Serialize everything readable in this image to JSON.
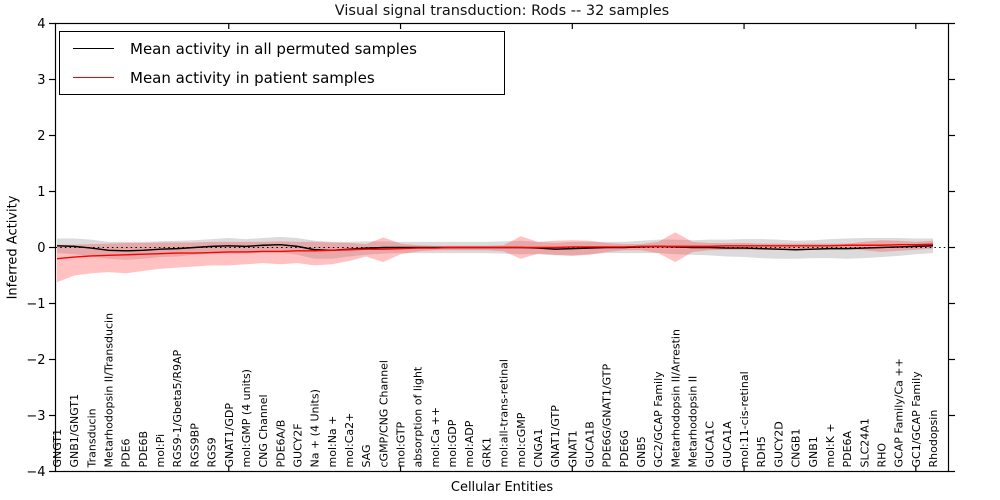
{
  "title": "Visual signal transduction: Rods -- 32 samples",
  "legend": {
    "items": [
      {
        "label": "Mean activity in all permuted samples",
        "color": "#000000"
      },
      {
        "label": "Mean activity in patient samples",
        "color": "#ff0000"
      }
    ]
  },
  "chart_data": {
    "type": "line",
    "title": "Visual signal transduction: Rods -- 32 samples",
    "xlabel": "Cellular Entities",
    "ylabel": "Inferred Activity",
    "ylim": [
      -4,
      4
    ],
    "grid": false,
    "legend_position": "upper left",
    "zero_line_style": "dotted",
    "yticks": [
      {
        "label": "4",
        "value": 4
      },
      {
        "label": "3",
        "value": 3
      },
      {
        "label": "2",
        "value": 2
      },
      {
        "label": "1",
        "value": 1
      },
      {
        "label": "0",
        "value": 0
      },
      {
        "label": "−1",
        "value": -1
      },
      {
        "label": "−2",
        "value": -2
      },
      {
        "label": "−3",
        "value": -3
      },
      {
        "label": "−4",
        "value": -4
      }
    ],
    "x_major_tick_indices": [
      10,
      20,
      30,
      40,
      50
    ],
    "categories": [
      "GNGT1",
      "GNB1/GNGT1",
      "Transducin",
      "Metarhodopsin II/Transducin",
      "PDE6",
      "PDE6B",
      "mol:Pi",
      "RGS9-1/Gbeta5/R9AP",
      "RGS9BP",
      "RGS9",
      "GNAT1/GDP",
      "mol:GMP (4 units)",
      "CNG Channel",
      "PDE6A/B",
      "GUCY2F",
      "Na + (4 Units)",
      "mol:Na +",
      "mol:Ca2+",
      "SAG",
      "cGMP/CNG Channel",
      "mol:GTP",
      "absorption of light",
      "mol:Ca ++",
      "mol:GDP",
      "mol:ADP",
      "GRK1",
      "mol:all-trans-retinal",
      "mol:cGMP",
      "CNGA1",
      "GNAT1/GTP",
      "GNAT1",
      "GUCA1B",
      "PDE6G/GNAT1/GTP",
      "PDE6G",
      "GNB5",
      "GC2/GCAP Family",
      "Metarhodopsin II/Arrestin",
      "Metarhodopsin II",
      "GUCA1C",
      "GUCA1A",
      "mol:11-cis-retinal",
      "RDH5",
      "GUCY2D",
      "CNGB1",
      "GNB1",
      "mol:K +",
      "PDE6A",
      "SLC24A1",
      "RHO",
      "GCAP Family/Ca ++",
      "GC1/GCAP Family",
      "Rhodopsin"
    ],
    "series": [
      {
        "name": "Mean activity in all permuted samples",
        "color": "#000000",
        "band_color": "#999999",
        "band_opacity": 0.35,
        "values": [
          0.03,
          0.02,
          -0.01,
          -0.05,
          -0.06,
          -0.05,
          -0.03,
          -0.02,
          0.0,
          0.02,
          0.03,
          0.02,
          0.04,
          0.05,
          0.02,
          -0.04,
          -0.05,
          -0.03,
          -0.01,
          0.0,
          0.0,
          0.0,
          0.0,
          0.0,
          0.0,
          0.0,
          0.0,
          0.0,
          -0.01,
          -0.03,
          -0.02,
          -0.01,
          0.0,
          0.0,
          0.01,
          0.02,
          0.01,
          0.0,
          0.0,
          -0.01,
          -0.01,
          -0.02,
          -0.03,
          -0.04,
          -0.03,
          -0.02,
          -0.02,
          -0.01,
          0.0,
          0.01,
          0.02,
          0.03
        ],
        "band_upper": [
          0.16,
          0.16,
          0.14,
          0.1,
          0.1,
          0.1,
          0.11,
          0.12,
          0.13,
          0.15,
          0.17,
          0.15,
          0.17,
          0.19,
          0.17,
          0.12,
          0.1,
          0.1,
          0.11,
          0.11,
          0.1,
          0.1,
          0.1,
          0.1,
          0.1,
          0.1,
          0.11,
          0.12,
          0.1,
          0.08,
          0.1,
          0.1,
          0.1,
          0.1,
          0.12,
          0.14,
          0.14,
          0.13,
          0.14,
          0.14,
          0.15,
          0.15,
          0.14,
          0.12,
          0.13,
          0.15,
          0.16,
          0.17,
          0.17,
          0.17,
          0.16,
          0.16
        ],
        "band_lower": [
          -0.1,
          -0.12,
          -0.16,
          -0.2,
          -0.22,
          -0.2,
          -0.17,
          -0.16,
          -0.13,
          -0.11,
          -0.11,
          -0.11,
          -0.09,
          -0.09,
          -0.13,
          -0.2,
          -0.2,
          -0.16,
          -0.13,
          -0.11,
          -0.1,
          -0.1,
          -0.1,
          -0.1,
          -0.1,
          -0.1,
          -0.11,
          -0.12,
          -0.12,
          -0.14,
          -0.14,
          -0.12,
          -0.1,
          -0.1,
          -0.1,
          -0.1,
          -0.12,
          -0.13,
          -0.14,
          -0.16,
          -0.17,
          -0.19,
          -0.2,
          -0.2,
          -0.19,
          -0.19,
          -0.2,
          -0.19,
          -0.17,
          -0.15,
          -0.12,
          -0.1
        ]
      },
      {
        "name": "Mean activity in patient samples",
        "color": "#ff0000",
        "band_color": "#ff3333",
        "band_opacity": 0.3,
        "values": [
          -0.2,
          -0.17,
          -0.15,
          -0.14,
          -0.13,
          -0.12,
          -0.11,
          -0.1,
          -0.1,
          -0.09,
          -0.08,
          -0.08,
          -0.07,
          -0.07,
          -0.06,
          -0.06,
          -0.05,
          -0.04,
          -0.03,
          -0.03,
          -0.02,
          -0.01,
          -0.01,
          0.0,
          0.0,
          0.0,
          0.0,
          0.0,
          0.0,
          0.0,
          0.01,
          0.01,
          0.01,
          0.01,
          0.02,
          0.02,
          0.02,
          0.02,
          0.02,
          0.03,
          0.03,
          0.03,
          0.03,
          0.03,
          0.03,
          0.03,
          0.04,
          0.04,
          0.04,
          0.05,
          0.05,
          0.06
        ],
        "band_upper": [
          0.05,
          0.05,
          0.06,
          0.07,
          0.08,
          0.08,
          0.09,
          0.09,
          0.09,
          0.1,
          0.1,
          0.1,
          0.1,
          0.11,
          0.1,
          0.1,
          0.09,
          0.08,
          0.06,
          0.18,
          0.07,
          0.04,
          0.03,
          0.03,
          0.03,
          0.03,
          0.04,
          0.2,
          0.1,
          0.12,
          0.13,
          0.12,
          0.08,
          0.06,
          0.06,
          0.1,
          0.27,
          0.1,
          0.08,
          0.08,
          0.08,
          0.07,
          0.07,
          0.07,
          0.07,
          0.07,
          0.07,
          0.1,
          0.13,
          0.12,
          0.1,
          0.12
        ],
        "band_lower": [
          -0.62,
          -0.5,
          -0.46,
          -0.44,
          -0.46,
          -0.42,
          -0.38,
          -0.36,
          -0.34,
          -0.32,
          -0.32,
          -0.3,
          -0.28,
          -0.3,
          -0.28,
          -0.32,
          -0.3,
          -0.24,
          -0.16,
          -0.26,
          -0.12,
          -0.07,
          -0.05,
          -0.05,
          -0.05,
          -0.05,
          -0.07,
          -0.2,
          -0.11,
          -0.13,
          -0.15,
          -0.13,
          -0.08,
          -0.05,
          -0.05,
          -0.1,
          -0.26,
          -0.08,
          -0.05,
          -0.04,
          -0.04,
          -0.04,
          -0.04,
          -0.04,
          -0.04,
          -0.04,
          -0.03,
          -0.05,
          -0.08,
          -0.06,
          -0.04,
          -0.02
        ]
      }
    ]
  },
  "colors": {
    "axis": "#000000",
    "zero_line": "#000000",
    "background": "#ffffff"
  }
}
